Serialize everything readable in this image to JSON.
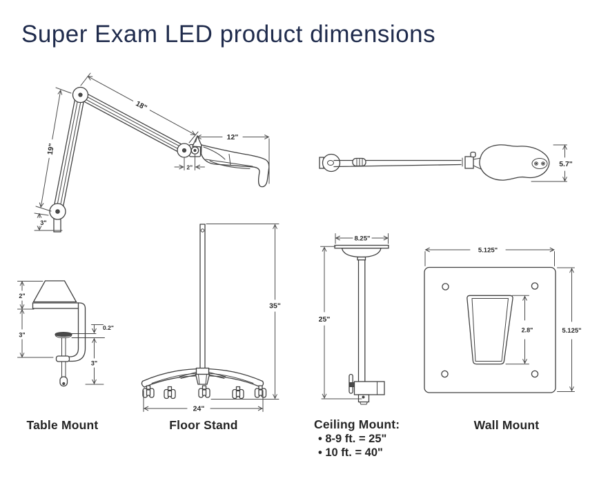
{
  "title": "Super Exam LED product dimensions",
  "colors": {
    "title_text": "#1f2b4c",
    "line_art": "#3f3f3f",
    "dim_text": "#272727",
    "caption_text": "#242424",
    "background": "#ffffff"
  },
  "arm_view": {
    "dims": {
      "upper_arm": "18\"",
      "lower_arm": "19\"",
      "head_length": "12\"",
      "head_offset": "2\"",
      "mount_post": "3\""
    }
  },
  "top_view": {
    "dims": {
      "head_width": "5.7\""
    }
  },
  "mounts": {
    "table": {
      "caption": "Table Mount",
      "dims": {
        "shade_height": "2\"",
        "upper_gap": "3\"",
        "pad_thickness": "0.2\"",
        "clamp_opening": "3\""
      }
    },
    "floor": {
      "caption": "Floor Stand",
      "dims": {
        "pole_height": "35\"",
        "base_width": "24\""
      }
    },
    "ceiling": {
      "caption": "Ceiling Mount:",
      "bullets": [
        "• 8-9 ft. = 25\"",
        "• 10 ft. = 40\""
      ],
      "dims": {
        "canopy_width": "8.25\"",
        "drop_length": "25\""
      }
    },
    "wall": {
      "caption": "Wall Mount",
      "dims": {
        "plate_width": "5.125\"",
        "plate_height": "5.125\"",
        "slot_height": "2.8\""
      }
    }
  }
}
